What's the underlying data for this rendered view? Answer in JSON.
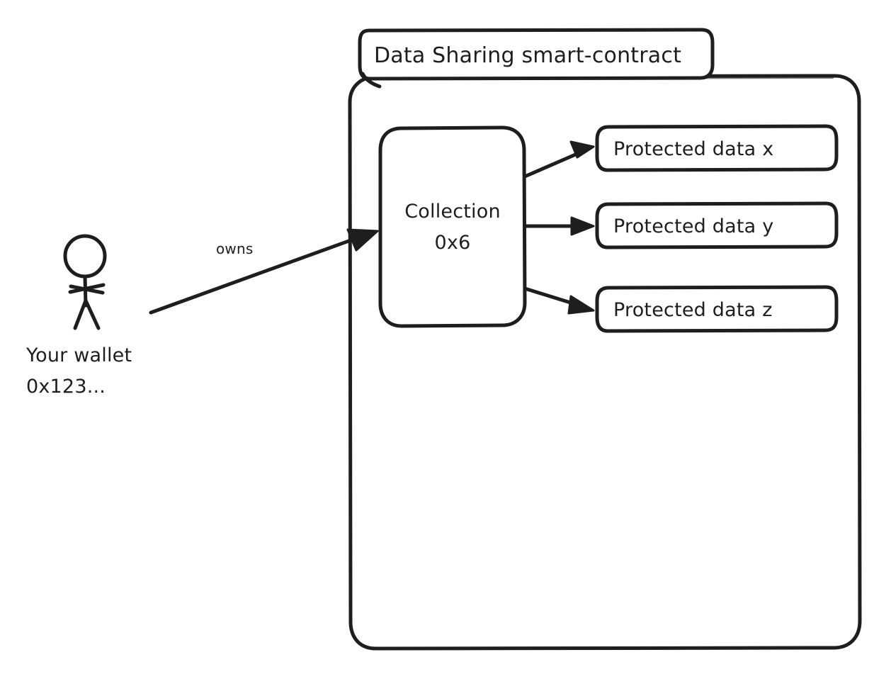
{
  "diagram": {
    "type": "hand-drawn-architecture-diagram",
    "background_color": "#ffffff",
    "stroke_color": "#1e1e1e",
    "fill_color": "#ffffff",
    "title_label": "Data Sharing smart-contract",
    "container": {
      "name": "Data Sharing smart-contract",
      "label": "Data Sharing smart-contract"
    },
    "actor": {
      "label_line1": "Your wallet",
      "label_line2": "0x123...",
      "icon": "stick-figure-person"
    },
    "relationship": {
      "label": "owns",
      "from": "Your wallet 0x123...",
      "to": "Collection 0x6"
    },
    "collection": {
      "label_line1": "Collection",
      "label_line2": "0x6"
    },
    "protected_data": [
      {
        "label": "Protected data x"
      },
      {
        "label": "Protected data y"
      },
      {
        "label": "Protected data z"
      }
    ]
  }
}
